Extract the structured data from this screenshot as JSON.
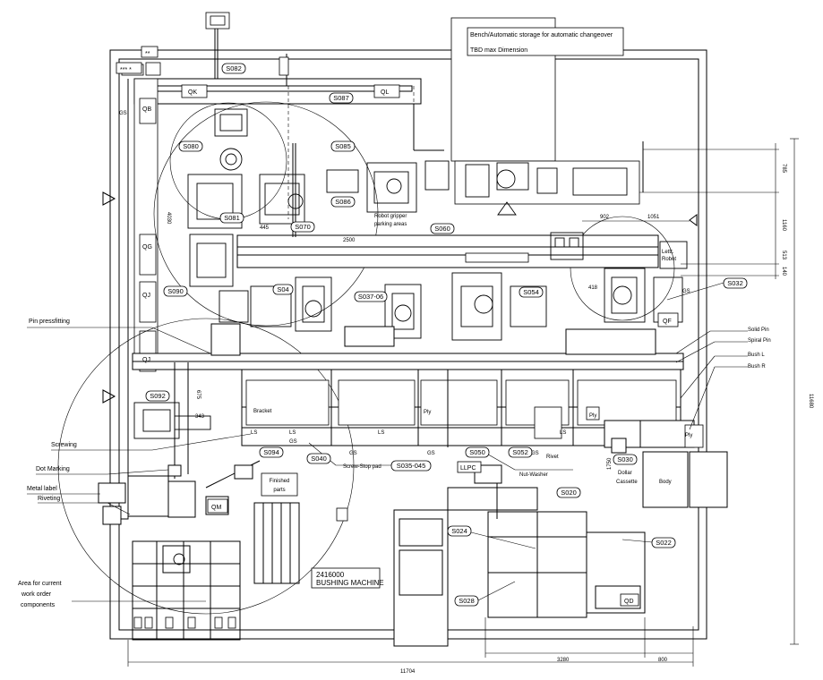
{
  "storage_note": {
    "line1": "Bench/Automatic storage for automatic changeover",
    "line2": "TBD max Dimension"
  },
  "stations": {
    "s082": "S082",
    "s087": "S087",
    "s085": "S085",
    "s080": "S080",
    "s086": "S086",
    "s081": "S081",
    "s070": "S070",
    "s060": "S060",
    "s090": "S090",
    "s04": "S04",
    "s037": "S037-06",
    "s054": "S054",
    "s032": "S032",
    "s092": "S092",
    "s094": "S094",
    "s040": "S040",
    "s035": "S035-045",
    "s050": "S050",
    "s052": "S052",
    "s030": "S030",
    "s020": "S020",
    "s024": "S024",
    "s028": "S028",
    "s022": "S022"
  },
  "zones": {
    "qk": "QK",
    "ql": "QL",
    "qb": "QB",
    "qg": "QG",
    "qj1": "QJ",
    "qj2": "QJ",
    "qf": "QF",
    "qm": "QM",
    "qd": "QD"
  },
  "stars": {
    "a": "**",
    "b": "*** *"
  },
  "gs": "GS",
  "ls": "LS",
  "callouts": {
    "pin_pressfitting": "Pin pressfitting",
    "screwing": "Screwing",
    "dot_marking": "Dot Marking",
    "metal_label": "Metal label",
    "riveting": "Riveting",
    "area_line1": "Area for current",
    "area_line2": "work order",
    "area_line3": "components",
    "solid_pin": "Solid Pin",
    "spiral_pin": "Spiral Pin",
    "bush_l": "Bush L",
    "bush_r": "Bush R"
  },
  "labels": {
    "finished_parts_1": "Finished",
    "finished_parts_2": "parts",
    "screw_stop_pad": "Screw-Stop pad",
    "llpc": "LLPC",
    "nut_washer": "Nut-Washer",
    "robot_gripper_1": "Robot gripper",
    "robot_gripper_2": "parking areas",
    "bracket": "Bracket",
    "rivet": "Rivet",
    "ply": "Ply",
    "body": "Body",
    "dollar_1": "Dollar",
    "dollar_2": "Cassette",
    "machine_id": "2416000",
    "machine_name": "BUSHING MACHINE",
    "lettr": "Lettr.",
    "robot": "Robot"
  },
  "dimensions": {
    "d11704": "11704",
    "d3280": "3280",
    "d800": "800",
    "d11680": "11680",
    "d785": "785",
    "d1160": "1160",
    "d513": "513",
    "d140": "140",
    "d902": "902",
    "d1051": "1051",
    "d2500": "2500",
    "d418": "418",
    "d4030": "4030",
    "d445": "445",
    "d343": "343",
    "d1750": "1750",
    "d675": "675"
  }
}
